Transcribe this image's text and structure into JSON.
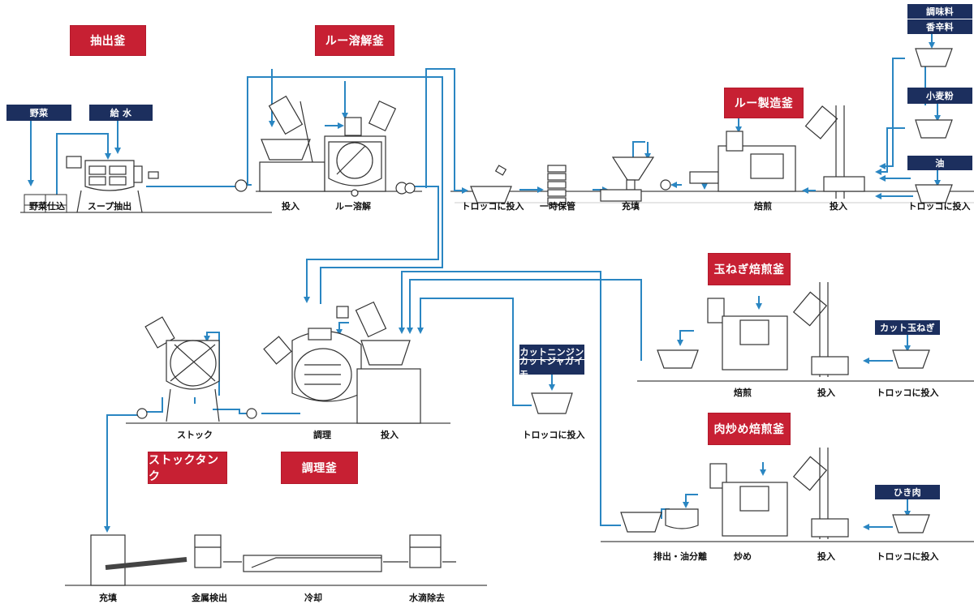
{
  "sections": {
    "extraction": "抽出釜",
    "roux_dissolve": "ルー溶解釜",
    "roux_make": "ルー製造釜",
    "onion": "玉ねぎ焙煎釜",
    "meat": "肉炒め焙煎釜",
    "stock_tank": "ストックタンク",
    "cooking": "調理釜"
  },
  "inputs": {
    "vegetables": "野菜",
    "water": "給 水",
    "seasoning": "調味料",
    "spice": "香辛料",
    "flour": "小麦粉",
    "oil": "油",
    "cut_onion": "カット玉ねぎ",
    "cut_carrot": "カットニンジン",
    "cut_potato": "カットジャガイモ",
    "minced_meat": "ひき肉"
  },
  "steps": {
    "veg_prep": "野菜仕込",
    "soup_extract": "スープ抽出",
    "roux_charge": "投入",
    "roux_dissolve": "ルー溶解",
    "cart_charge_1": "トロッコに投入",
    "temp_store": "一時保管",
    "fill_1": "充填",
    "roast_1": "焙煎",
    "charge_1": "投入",
    "cart_charge_2": "トロッコに投入",
    "roast_2": "焙煎",
    "charge_2": "投入",
    "cart_charge_3": "トロッコに投入",
    "stock": "ストック",
    "cook": "調理",
    "charge_3": "投入",
    "cart_charge_4": "トロッコに投入",
    "drain_oil": "排出・油分離",
    "stir_fry": "炒め",
    "charge_4": "投入",
    "cart_charge_5": "トロッコに投入",
    "fill_2": "充填",
    "metal_detect": "金属検出",
    "cool": "冷却",
    "dewater": "水滴除去"
  },
  "colors": {
    "accent_red": "#c72033",
    "tag_navy": "#1c2f5e",
    "pipe_blue": "#2a86c2",
    "equipment_gray": "#555555"
  }
}
